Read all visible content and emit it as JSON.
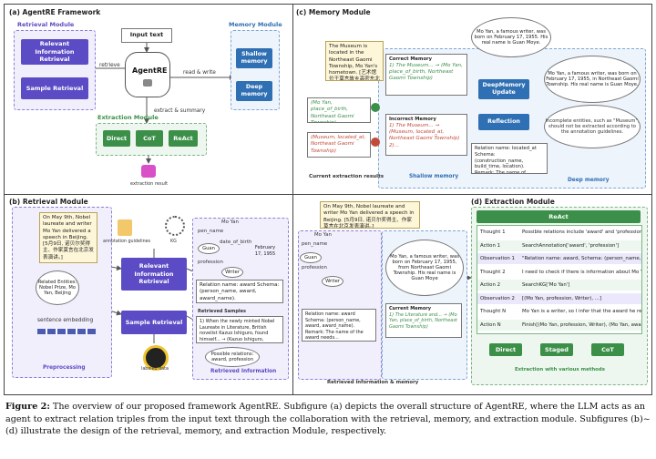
{
  "panel_a": {
    "title": "(a) AgentRE Framework",
    "retrieval_module": "Retrieval Module",
    "memory_module": "Memory Module",
    "extraction_module": "Extraction Module",
    "relevant_info_retrieval": "Relevant Information Retrieval",
    "sample_retrieval": "Sample Retrieval",
    "input_text": "Input text",
    "agent": "AgentRE",
    "retrieve": "retrieve",
    "read_write": "read & write",
    "extract_summary": "extract & summary",
    "shallow_memory": "Shallow memory",
    "deep_memory": "Deep memory",
    "direct": "Direct",
    "cot": "CoT",
    "react": "ReAct",
    "extraction_result": "extraction result"
  },
  "panel_b": {
    "title": "(b) Retrieval Module",
    "input_text": "On May 9th, Nobel laureate and writer Mo Yan delivered a speech in Beijing. [5月9日, 诺贝尔奖得主、作家莫言在北京发表演讲。]",
    "related_entities": "Related Entities: Nobel Prize, Mo Yan, Beijing",
    "annotation_guidelines": "annotation guidelines",
    "kg": "KG",
    "relevant_info_retrieval": "Relevant Information Retrieval",
    "sample_retrieval": "Sample Retrieval",
    "sentence_embedding": "sentence embedding",
    "preprocessing": "Preprocessing",
    "labeled_data": "labeled data",
    "retrieved_information": "Retrieved Information",
    "retrieved_samples": "Retrieved Samples",
    "retrieved_sample_text": "1) When the newly minted Nobel Laureate in Literature, British novelist Kazuo Ishiguro, found himself...  → (Kazuo Ishiguro, award, ...",
    "possible_relations": "Possible relations: award, profession",
    "relation_text": "Relation name: award  Schema: (person_name, award, award_name).",
    "kg_nodes": {
      "mo_yan": "Mo Yan",
      "pen_name": "pen_name",
      "guan": "Guan",
      "date_of_birth": "date_of_birth",
      "date": "February 17, 1955",
      "profession": "profession",
      "writer": "Writer"
    }
  },
  "panel_c": {
    "title": "(c) Memory Module",
    "input_text": "The Museum is located in the Northeast Gaomi Township, Mo Yan's hometown. [艺术馆位于莫言故乡高密东北乡。]",
    "correct_memory": "Correct Memory",
    "incorrect_memory": "Incorrect Memory",
    "correct_memory_text": "1) The Museum... → (Mo Yan, place_of_birth, Northeast Gaomi Township)",
    "incorrect_memory_text": "1) The Museum... → (Museum, located_at, Northeast Gaomi Township)  2)...",
    "result_correct": "(Mo Yan, place_of_birth, Northeast Gaomi Township)",
    "result_incorrect": "(Museum, located_at, Northeast Gaomi Township)",
    "current_results": "Current extraction results",
    "shallow_memory": "Shallow memory",
    "deep_memory": "Deep memory",
    "deep_update": "DeepMemory Update",
    "reflection": "Reflection",
    "cloud1": "Mo Yan, a famous writer, was born on February 17, 1955. His real name is Guan Moye.",
    "cloud2": "Mo Yan, a famous writer, was born on February 17, 1955, in Northeast Gaomi Township. His real name is Guan Moye.",
    "cloud3": "Incomplete entities, such as \"Museum\", should not be extracted according to the annotation guidelines.",
    "relation_text": "Relation name: located_at  Schema: (construction_name, build_time, location).  Remark: The name of construction"
  },
  "panel_d": {
    "title": "(d) Extraction Module",
    "react": "ReAct",
    "direct": "Direct",
    "staged": "Staged",
    "cot": "CoT",
    "input_text": "On May 9th, Nobel laureate and writer Mo Yan delivered a speech in Beijing. [5月9日, 诺贝尔奖得主、作家莫言在北京发表演讲。]",
    "cloud": "Mo Yan, a famous writer, was born on February 17, 1955, from Northeast Gaomi Township. His real name is Guan Moye",
    "relation_text": "Relation name: award  Schema: (person_name, award, award_name).  Remark: The name of the award needs...",
    "memory_label": "Current Memory",
    "memory_text": "1) The Literature and... → (Mo Yan, place_of_birth, Northeast Gaomi Township)",
    "retrieved_info_memory": "Retrieved information & memory",
    "with_methods": "Extraction with various methods",
    "steps": [
      {
        "k": "Thought 1",
        "v": "Possible relations include 'award' and 'profession'. I need to further look up the annotation guidelines.",
        "t": "thought"
      },
      {
        "k": "Action 1",
        "v": "SearchAnnotation['award', 'profession']",
        "t": "action"
      },
      {
        "k": "Observation 1",
        "v": "\"Relation name: award, Schema: (person_name, ...\"",
        "t": "obs"
      },
      {
        "k": "Thought 2",
        "v": "I need to check if there is information about Mo Yan in the existing data.",
        "t": "thought"
      },
      {
        "k": "Action 2",
        "v": "SearchKG['Mo Yan']",
        "t": "action"
      },
      {
        "k": "Observation 2",
        "v": "[(Mo Yan, profession, Writer), ...]",
        "t": "obs"
      },
      {
        "k": "Thought N",
        "v": "Mo Yan is a writer, so I infer that the award he received is the Nobel Prize in Literature. I already know the answer now.",
        "t": "thought"
      },
      {
        "k": "Action N",
        "v": "Finish[(Mo Yan, profession, Writer), (Mo Yan, award, Nobel Prize in Literature)]",
        "t": "action"
      }
    ]
  },
  "caption": {
    "label": "Figure 2:",
    "text": "The overview of our proposed framework AgentRE. Subfigure (a) depicts the overall structure of AgentRE, where the LLM acts as an agent to extract relation triples from the input text through the collaboration with the retrieval, memory, and extraction module. Subfigures (b)~(d) illustrate the design of the retrieval, memory, and extraction Module, respectively."
  }
}
